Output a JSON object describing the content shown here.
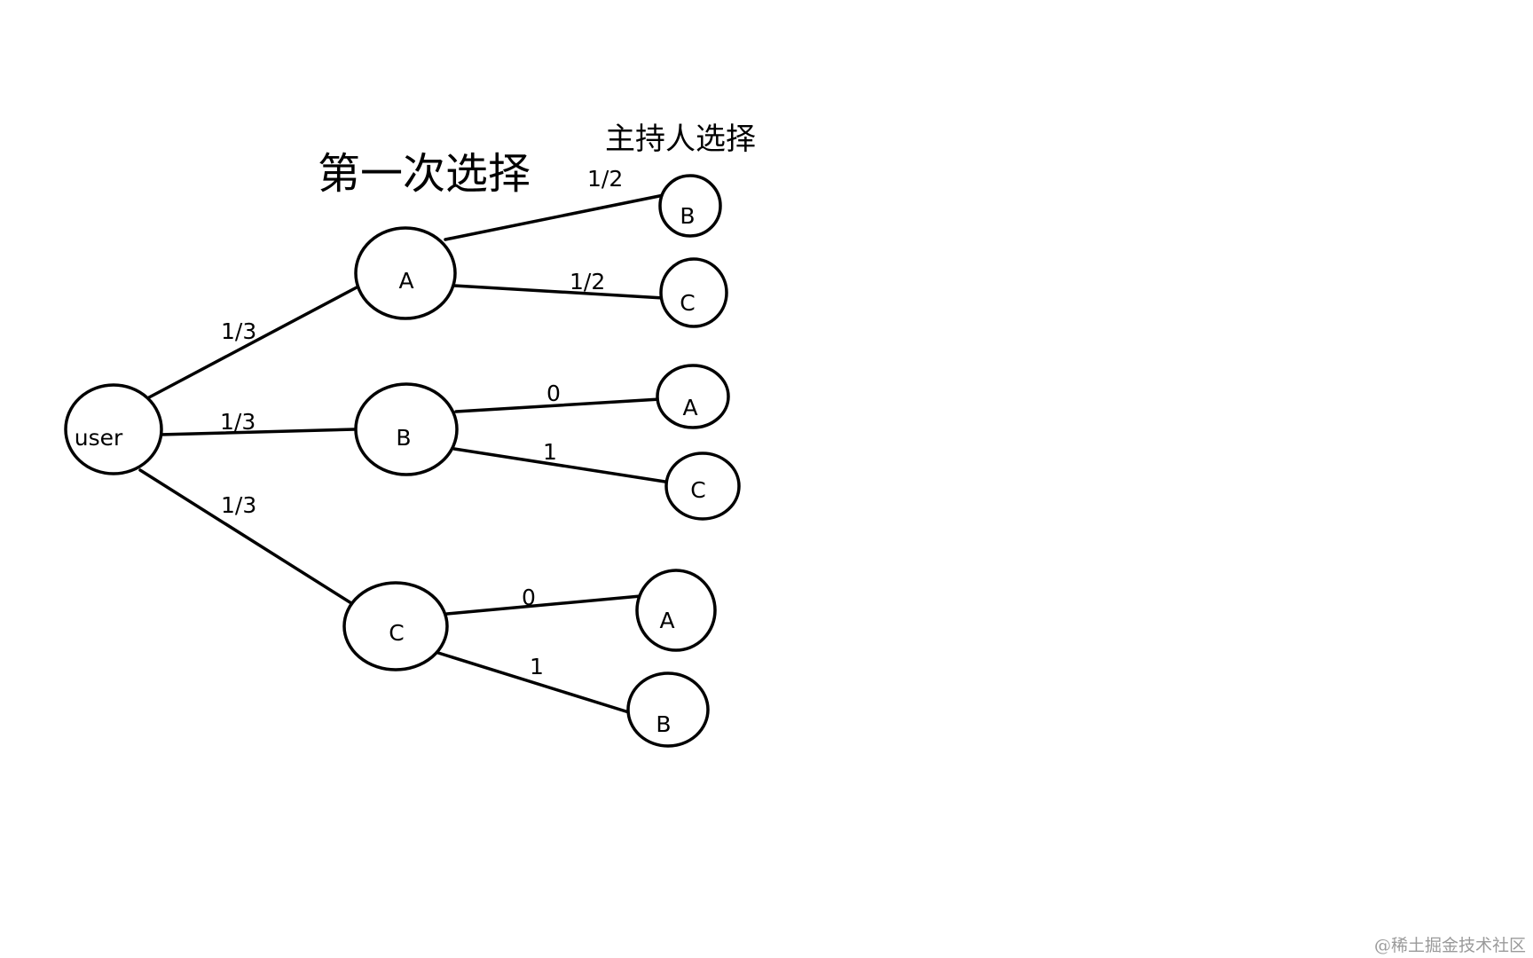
{
  "headings": {
    "first_choice": "第一次选择",
    "host_choice": "主持人选择"
  },
  "watermark": "@稀土掘金技术社区",
  "tree": {
    "root": "user",
    "level1": [
      {
        "label": "A",
        "edge_label": "1/3",
        "children": [
          {
            "label": "B",
            "edge_label": "1/2"
          },
          {
            "label": "C",
            "edge_label": "1/2"
          }
        ]
      },
      {
        "label": "B",
        "edge_label": "1/3",
        "children": [
          {
            "label": "A",
            "edge_label": "0"
          },
          {
            "label": "C",
            "edge_label": "1"
          }
        ]
      },
      {
        "label": "C",
        "edge_label": "1/3",
        "children": [
          {
            "label": "A",
            "edge_label": "0"
          },
          {
            "label": "B",
            "edge_label": "1"
          }
        ]
      }
    ]
  }
}
